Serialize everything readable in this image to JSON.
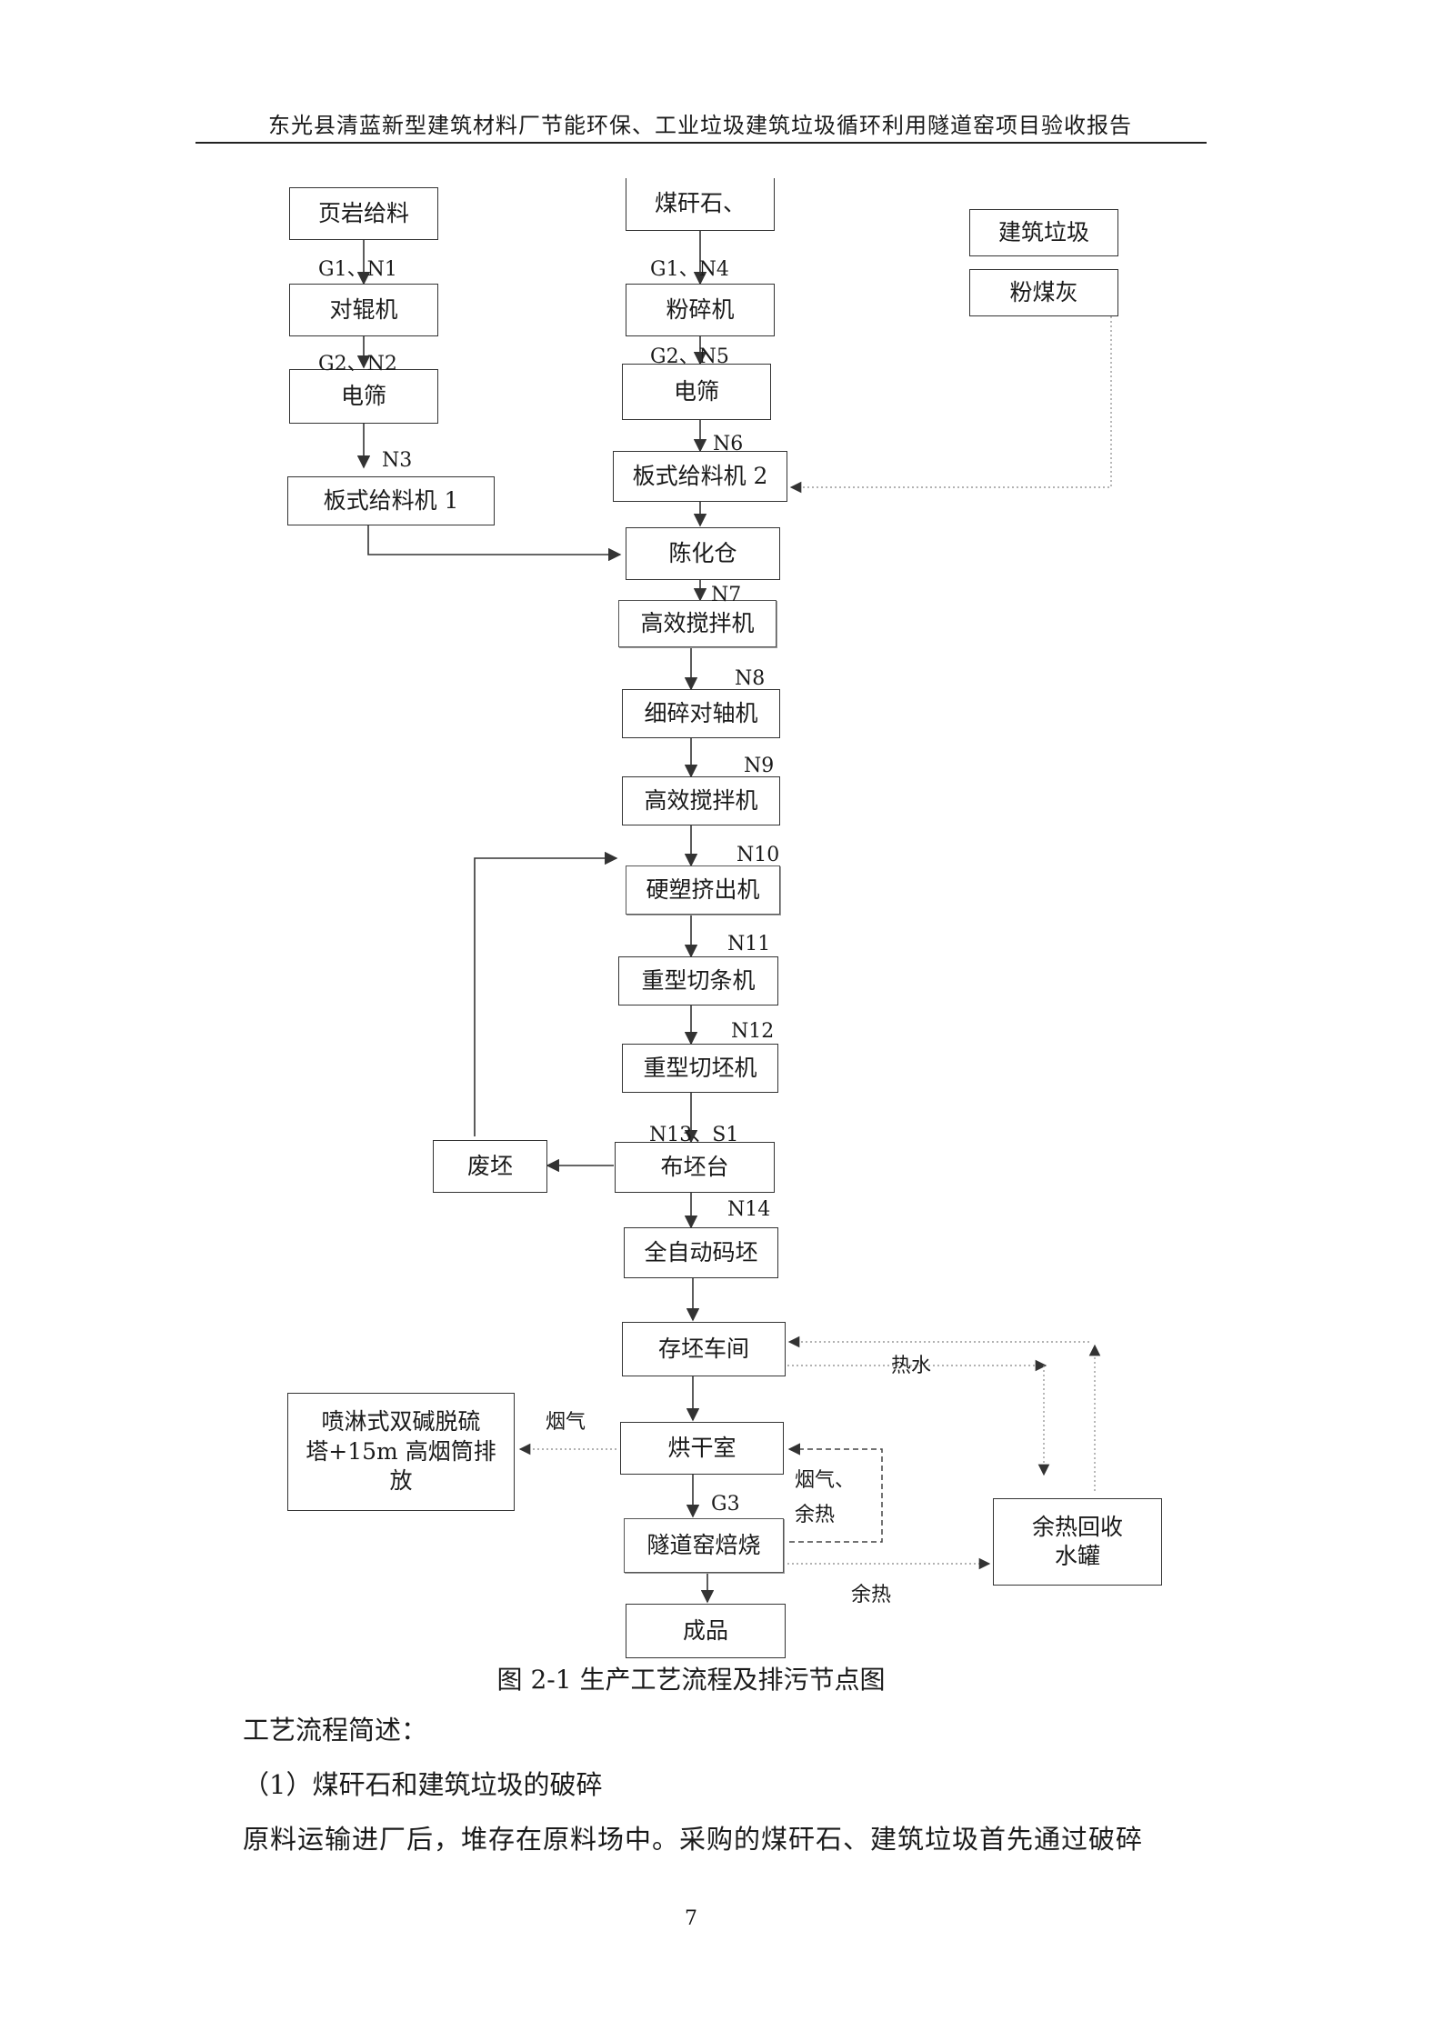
{
  "header": {
    "title": "东光县清蓝新型建筑材料厂节能环保、工业垃圾建筑垃圾循环利用隧道窑项目验收报告"
  },
  "boxes": {
    "shale_feed": "页岩给料",
    "coal_gangue": "煤矸石、",
    "construction_waste": "建筑垃圾",
    "fly_ash": "粉煤灰",
    "roller_mill": "对辊机",
    "crusher": "粉碎机",
    "screen_left": "电筛",
    "screen_right": "电筛",
    "plate_feeder_1": "板式给料机 1",
    "plate_feeder_2": "板式给料机 2",
    "aging_bin": "陈化仓",
    "mixer_1": "高效搅拌机",
    "fine_crusher": "细碎对轴机",
    "mixer_2": "高效搅拌机",
    "extruder": "硬塑挤出机",
    "strip_cutter": "重型切条机",
    "blank_cutter": "重型切坯机",
    "blank_table": "布坯台",
    "waste_blank": "废坯",
    "auto_stacker": "全自动码坯",
    "storage_workshop": "存坯车间",
    "dryer": "烘干室",
    "desulfurization_1": "喷淋式双碱脱硫",
    "desulfurization_2": "塔+15m 高烟筒排",
    "desulfurization_3": "放",
    "tunnel_kiln": "隧道窑焙烧",
    "heat_recovery_1": "余热回收",
    "heat_recovery_2": "水罐",
    "product": "成品"
  },
  "labels": {
    "g1_n1": "G1、N1",
    "g1_n4": "G1、N4",
    "g2_n2": "G2、N2",
    "g2_n5": "G2、N5",
    "n3": "N3",
    "n6": "N6",
    "n7": "N7",
    "n8": "N8",
    "n9": "N9",
    "n10": "N10",
    "n11": "N11",
    "n12": "N12",
    "n13_s1": "N13、S1",
    "n14": "N14",
    "hot_water": "热水",
    "flue_gas": "烟气",
    "flue_gas_heat_1": "烟气、",
    "flue_gas_heat_2": "余热",
    "g3": "G3",
    "waste_heat": "余热"
  },
  "caption": "图 2-1 生产工艺流程及排污节点图",
  "body": {
    "heading": "工艺流程简述：",
    "section1": "（1）煤矸石和建筑垃圾的破碎",
    "para1": "原料运输进厂后，堆存在原料场中。采购的煤矸石、建筑垃圾首先通过破碎"
  },
  "page_number": "7"
}
